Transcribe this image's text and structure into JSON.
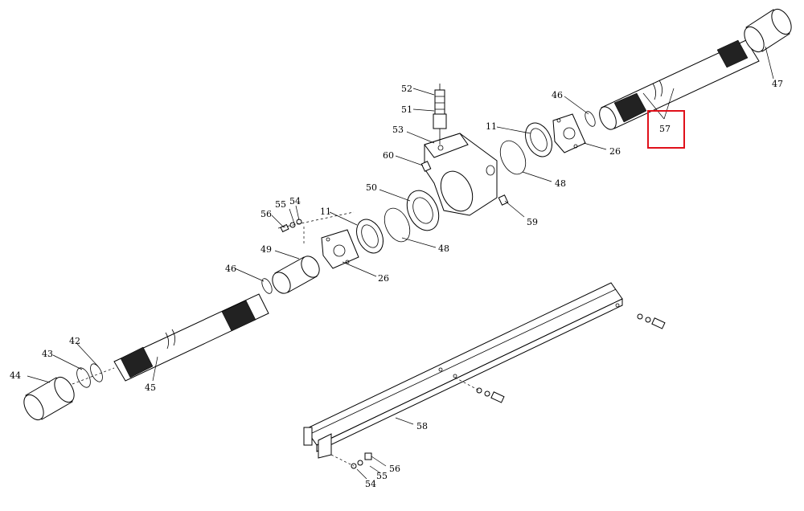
{
  "labels": {
    "c52": "52",
    "c51": "51",
    "c53": "53",
    "c60": "60",
    "c50": "50",
    "c11a": "11",
    "c11b": "11",
    "c46a": "46",
    "c46b": "46",
    "c26a": "26",
    "c26b": "26",
    "c48a": "48",
    "c48b": "48",
    "c59": "59",
    "c57": "57",
    "c47": "47",
    "c56a": "56",
    "c55a": "55",
    "c54a": "54",
    "c49": "49",
    "c42": "42",
    "c43": "43",
    "c44": "44",
    "c45": "45",
    "c58": "58",
    "c56b": "56",
    "c55b": "55",
    "c54b": "54"
  },
  "highlight": {
    "target": "57",
    "color": "#e0101a"
  }
}
